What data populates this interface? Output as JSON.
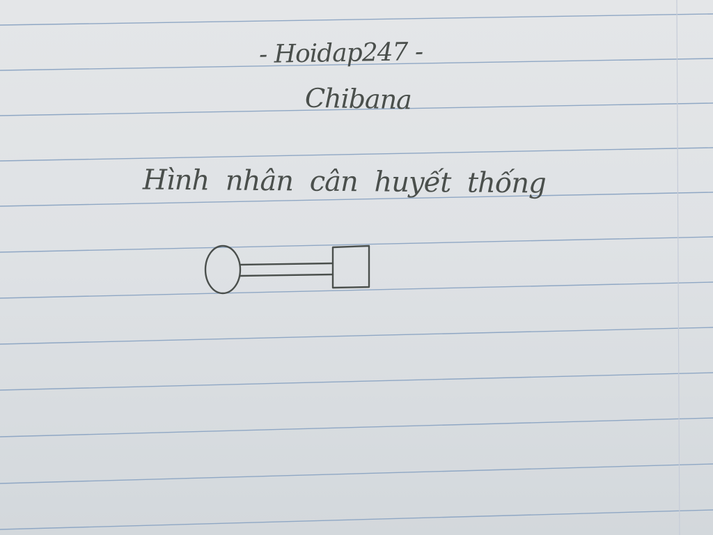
{
  "note": {
    "header": "- Hoidap247 -",
    "author": "Chibana",
    "title": "Hình nhân cân huyết thống"
  },
  "colors": {
    "paper": "#e2e5e8",
    "rule_line": "#8fa7c4",
    "margin_line": "#c6ccd8",
    "ink": "#4a4f4c"
  },
  "sketch": {
    "shapes": [
      "circle",
      "double-line-bar",
      "square"
    ]
  }
}
